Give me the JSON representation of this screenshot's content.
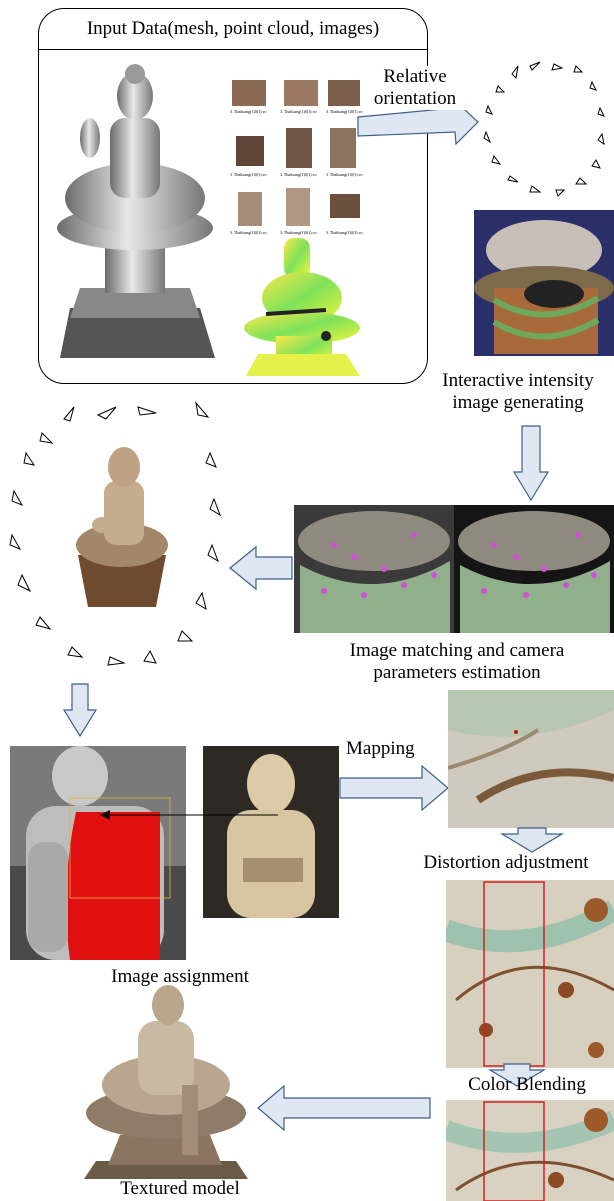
{
  "input_box": {
    "title": "Input Data(mesh, point cloud, images)"
  },
  "labels": {
    "relative_orientation": "Relative\norientation",
    "intensity": "Interactive intensity\nimage generating",
    "matching": "Image matching and camera\nparameters estimation",
    "mapping": "Mapping",
    "distortion": "Distortion adjustment",
    "assignment": "Image assignment",
    "color_blending": "Color Blending",
    "textured_model": "Textured model"
  },
  "thumbnail_captions": [
    "3. Thailuang(1)0(1).vo",
    "3. Thailuang(1)0(1).vo",
    "3. Thailuang(1)0(1).vo",
    "3. Thailuang(1)0(1).vo",
    "3. Thailuang(1)0(1).vo",
    "3. Thailuang(1)0(1).vo",
    "3. Thailuang(1)0(1).vo",
    "3. Thailuang(1)0(1).vo",
    "3. Thailuang(1)0(1).vo"
  ],
  "colors": {
    "arrow_fill": "#dfe7f3",
    "arrow_stroke": "#3e5f8a",
    "highlight_red": "#e01010",
    "frame_red": "#d42020"
  }
}
